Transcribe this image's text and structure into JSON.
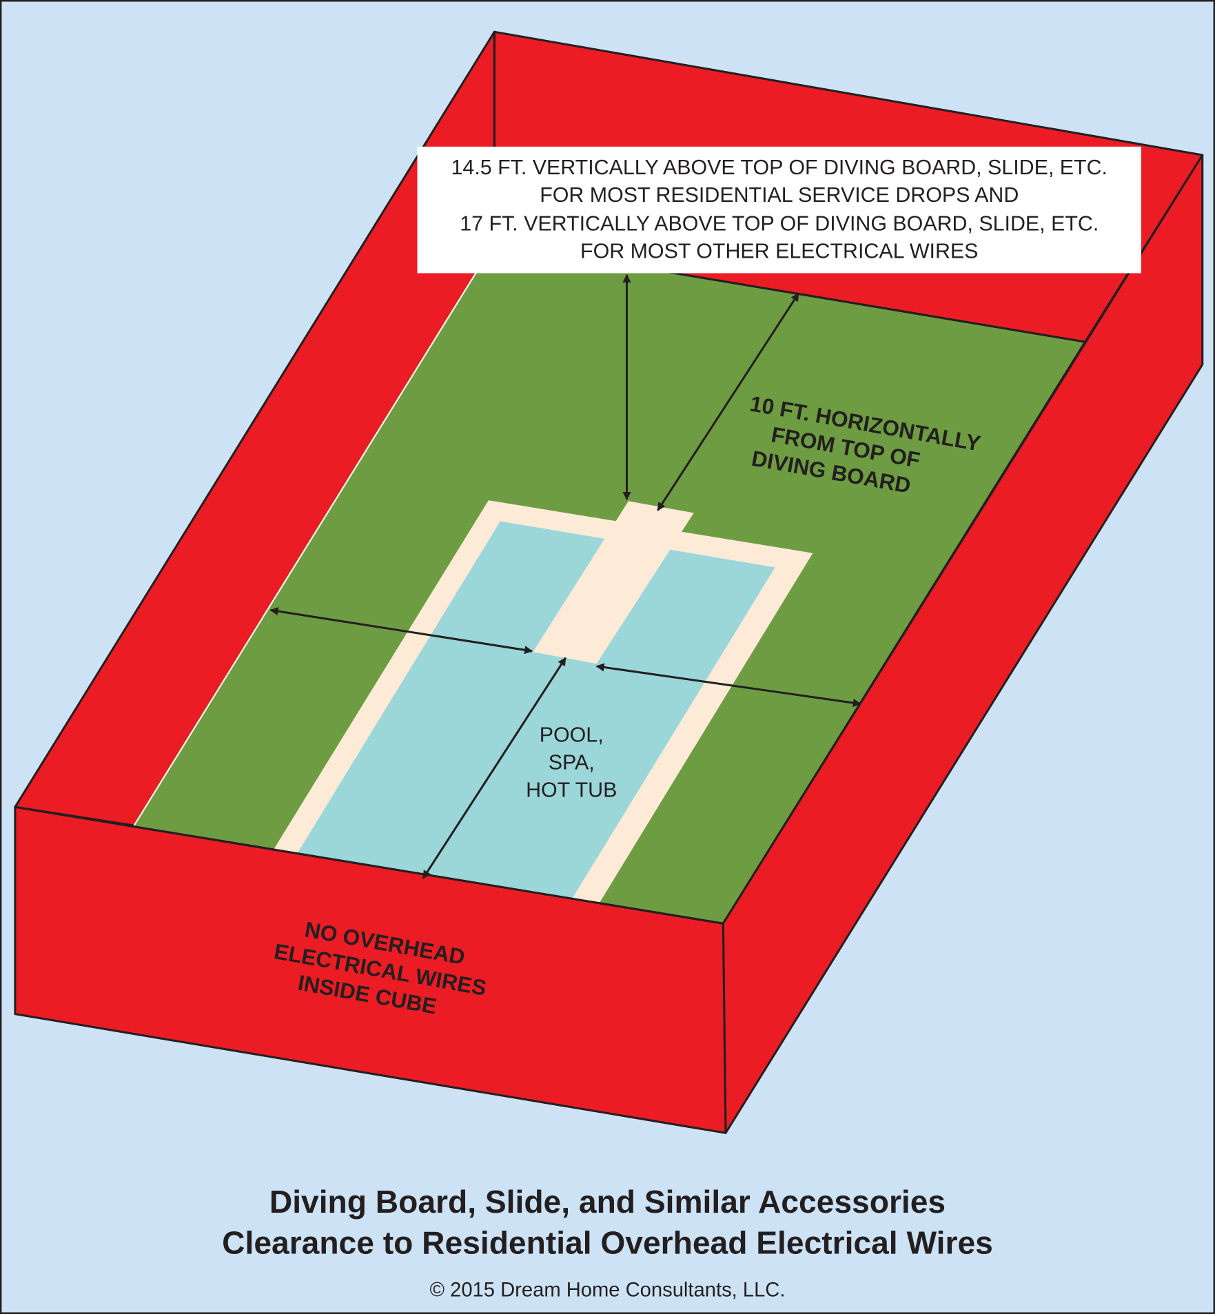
{
  "callout": {
    "lines": [
      "14.5 FT. VERTICALLY ABOVE TOP OF DIVING BOARD, SLIDE, ETC.",
      "FOR  MOST RESIDENTIAL  SERVICE DROPS AND",
      "17 FT.  VERTICALLY ABOVE TOP OF DIVING BOARD, SLIDE, ETC.",
      "FOR MOST OTHER ELECTRICAL WIRES"
    ]
  },
  "horizontal_label": [
    "10 FT. HORIZONTALLY",
    "FROM TOP OF",
    "DIVING BOARD"
  ],
  "pool_label": [
    "POOL,",
    "SPA,",
    "HOT TUB"
  ],
  "cube_label": [
    "NO OVERHEAD",
    "ELECTRICAL WIRES",
    "INSIDE CUBE"
  ],
  "title": [
    "Diving Board, Slide, and Similar Accessories",
    "Clearance to Residential Overhead Electrical Wires"
  ],
  "copyright": "© 2015 Dream Home Consultants, LLC.",
  "colors": {
    "background": "#cde3f5",
    "cube": "#ec1c24",
    "ground": "#6e9c42",
    "water": "#9bd6d9",
    "deck": "#fdebd8"
  }
}
